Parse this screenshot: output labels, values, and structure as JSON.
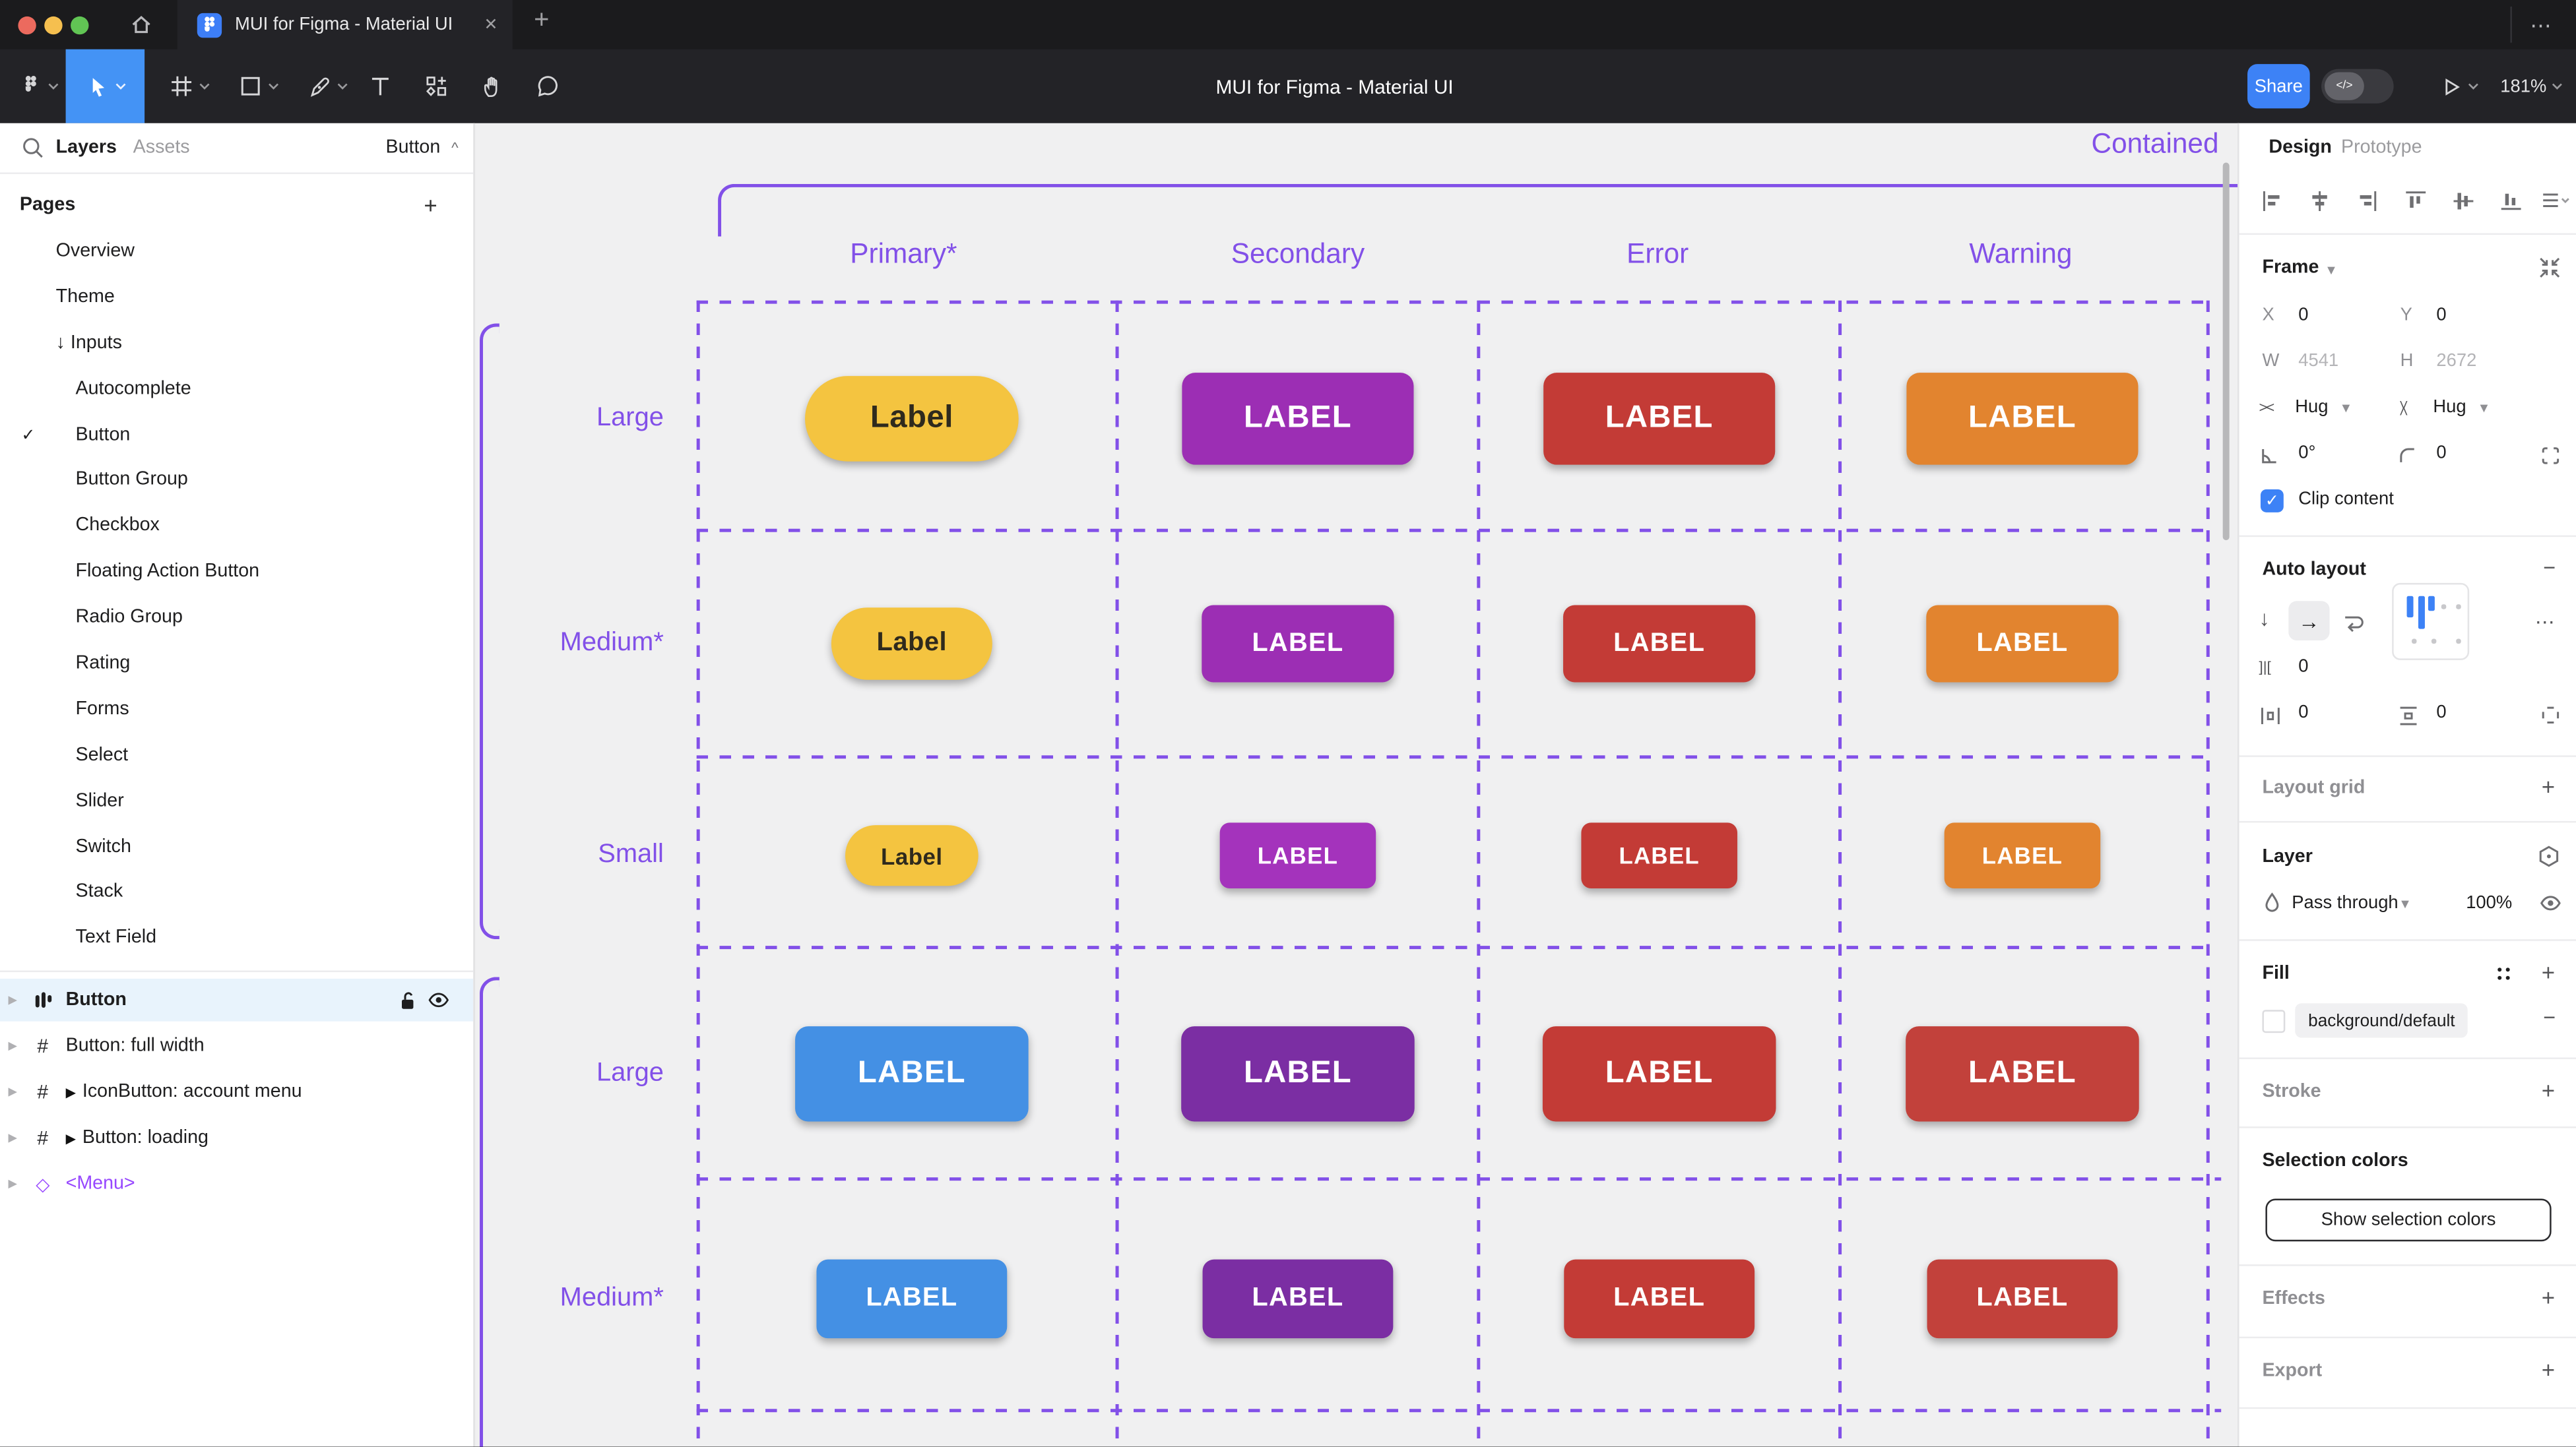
{
  "chrome": {
    "tab_title": "MUI for Figma - Material UI",
    "close_glyph": "✕",
    "new_tab_glyph": "+",
    "window_more_glyph": "⋯",
    "toolbar_title": "MUI for Figma - Material UI",
    "share_label": "Share",
    "devmode_glyph": "</>",
    "zoom_value": "181%",
    "traffic_colors": {
      "red": "#ec6a5e",
      "yellow": "#f5bf4f",
      "green": "#61c554"
    },
    "accent_blue": "#3d82f6"
  },
  "left_panel": {
    "tabs": {
      "layers": "Layers",
      "assets": "Assets"
    },
    "current_component": "Button",
    "collapse_caret": "^",
    "pages_header": "Pages",
    "add_glyph": "+",
    "pages": [
      {
        "t": "Overview",
        "cls": "lv1",
        "chk": ""
      },
      {
        "t": "Theme",
        "cls": "lv1",
        "chk": ""
      },
      {
        "t": "↓ Inputs",
        "cls": "lv1",
        "chk": ""
      },
      {
        "t": "Autocomplete",
        "cls": "lv2",
        "chk": ""
      },
      {
        "t": "Button",
        "cls": "lv2",
        "chk": "✓"
      },
      {
        "t": "Button Group",
        "cls": "lv2",
        "chk": ""
      },
      {
        "t": "Checkbox",
        "cls": "lv2",
        "chk": ""
      },
      {
        "t": "Floating Action Button",
        "cls": "lv2",
        "chk": ""
      },
      {
        "t": "Radio Group",
        "cls": "lv2",
        "chk": ""
      },
      {
        "t": "Rating",
        "cls": "lv2",
        "chk": ""
      },
      {
        "t": "Forms",
        "cls": "lv2",
        "chk": ""
      },
      {
        "t": "Select",
        "cls": "lv2",
        "chk": ""
      },
      {
        "t": "Slider",
        "cls": "lv2",
        "chk": ""
      },
      {
        "t": "Switch",
        "cls": "lv2",
        "chk": ""
      },
      {
        "t": "Stack",
        "cls": "lv2",
        "chk": ""
      },
      {
        "t": "Text Field",
        "cls": "lv2",
        "chk": ""
      }
    ],
    "layers": {
      "button": "Button",
      "full_width": "Button: full width",
      "icon_button": "IconButton: account menu",
      "loading": "Button: loading",
      "menu": "<Menu>",
      "flow_glyph": "▶",
      "expand_glyph": "▶",
      "hash_glyph": "#",
      "diamond_glyph": "◇"
    }
  },
  "canvas": {
    "frame_title": "Contained",
    "purple": "#8250e8",
    "column_headers": [
      "Primary*",
      "Secondary",
      "Error",
      "Warning"
    ],
    "row_labels": [
      "Large",
      "Medium*",
      "Small",
      "Large",
      "Medium*"
    ],
    "buttons": [
      {
        "label": "Label",
        "bg": "#f4c440",
        "fg": "#2f2a1d",
        "cls": "pill r1 c1"
      },
      {
        "label": "LABEL",
        "bg": "#9c2eb4",
        "fg": "#ffffff",
        "cls": "rect r1 c2"
      },
      {
        "label": "LABEL",
        "bg": "#c33b36",
        "fg": "#ffffff",
        "cls": "rect r1 c3"
      },
      {
        "label": "LABEL",
        "bg": "#e2842f",
        "fg": "#ffffff",
        "cls": "rect r1 c4"
      },
      {
        "label": "Label",
        "bg": "#f4c440",
        "fg": "#2f2a1d",
        "cls": "pill r2 c1"
      },
      {
        "label": "LABEL",
        "bg": "#9c2eb4",
        "fg": "#ffffff",
        "cls": "rect r2 c2"
      },
      {
        "label": "LABEL",
        "bg": "#c33b36",
        "fg": "#ffffff",
        "cls": "rect r2 c3"
      },
      {
        "label": "LABEL",
        "bg": "#e2842f",
        "fg": "#ffffff",
        "cls": "rect r2 c4"
      },
      {
        "label": "Label",
        "bg": "#f4c440",
        "fg": "#2f2a1d",
        "cls": "pill r3 c1"
      },
      {
        "label": "LABEL",
        "bg": "#a433bc",
        "fg": "#ffffff",
        "cls": "rect r3 c2"
      },
      {
        "label": "LABEL",
        "bg": "#c33b36",
        "fg": "#ffffff",
        "cls": "rect r3 c3"
      },
      {
        "label": "LABEL",
        "bg": "#e2842f",
        "fg": "#ffffff",
        "cls": "rect r3 c4"
      },
      {
        "label": "LABEL",
        "bg": "#4490e4",
        "fg": "#ffffff",
        "cls": "rect r4 c1"
      },
      {
        "label": "LABEL",
        "bg": "#7b2ea3",
        "fg": "#ffffff",
        "cls": "rect r4 c2"
      },
      {
        "label": "LABEL",
        "bg": "#c33b36",
        "fg": "#ffffff",
        "cls": "rect r4 c3"
      },
      {
        "label": "LABEL",
        "bg": "#c2413b",
        "fg": "#ffffff",
        "cls": "rect r4 c4"
      },
      {
        "label": "LABEL",
        "bg": "#4490e4",
        "fg": "#ffffff",
        "cls": "rect r5 c1"
      },
      {
        "label": "LABEL",
        "bg": "#7b2ea3",
        "fg": "#ffffff",
        "cls": "rect r5 c2"
      },
      {
        "label": "LABEL",
        "bg": "#c33b36",
        "fg": "#ffffff",
        "cls": "rect r5 c3"
      },
      {
        "label": "LABEL",
        "bg": "#c2413b",
        "fg": "#ffffff",
        "cls": "rect r5 c4"
      }
    ]
  },
  "right_panel": {
    "tabs": {
      "design": "Design",
      "prototype": "Prototype"
    },
    "frame": {
      "header": "Frame",
      "x_label": "X",
      "x": "0",
      "y_label": "Y",
      "y": "0",
      "w_label": "W",
      "w": "4541",
      "h_label": "H",
      "h": "2672",
      "h_resize": "Hug",
      "v_resize": "Hug",
      "rotation": "0°",
      "radius": "0",
      "clip_label": "Clip content",
      "clip_check": "✓"
    },
    "auto_layout": {
      "header": "Auto layout",
      "dir_down": "↓",
      "dir_right": "→",
      "gap_icon": "]|[",
      "gap": "0",
      "pad_h": "0",
      "pad_v": "0",
      "more_glyph": "⋯",
      "minus_glyph": "−"
    },
    "layout_grid": "Layout grid",
    "layer": {
      "header": "Layer",
      "blend": "Pass through",
      "opacity": "100%"
    },
    "fill": {
      "header": "Fill",
      "token": "background/default",
      "minus_glyph": "−"
    },
    "stroke": "Stroke",
    "selection": {
      "header": "Selection colors",
      "button": "Show selection colors"
    },
    "effects": "Effects",
    "export": "Export",
    "plus_glyph": "+",
    "resize_h_glyph": "><"
  }
}
